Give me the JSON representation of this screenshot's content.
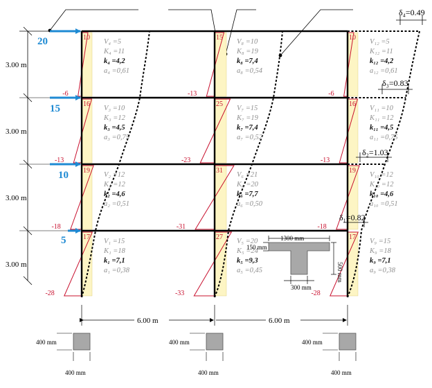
{
  "story_height_label": "3.00 m",
  "bay_width_label": "6.00 m",
  "column_size_label": "400 mm",
  "loads": [
    {
      "story": 4,
      "value": "20"
    },
    {
      "story": 3,
      "value": "15"
    },
    {
      "story": 2,
      "value": "10"
    },
    {
      "story": 1,
      "value": "5"
    }
  ],
  "displacements": [
    {
      "story": 4,
      "label": "δ₄=0.49"
    },
    {
      "story": 3,
      "label": "δ₃=0.83"
    },
    {
      "story": 2,
      "label": "δ₂=1.03"
    },
    {
      "story": 1,
      "label": "δ₁=0.82"
    }
  ],
  "moments": {
    "left": [
      {
        "top": "10",
        "bot": "-6"
      },
      {
        "top": "16",
        "bot": "-13"
      },
      {
        "top": "19",
        "bot": "-18"
      },
      {
        "top": "17",
        "bot": "-28"
      }
    ],
    "middle": [
      {
        "top": "15",
        "bot": "-13"
      },
      {
        "top": "25",
        "bot": "-23"
      },
      {
        "top": "31",
        "bot": "-31"
      },
      {
        "top": "27",
        "bot": "-33"
      }
    ],
    "right": [
      {
        "top": "10",
        "bot": "-6"
      },
      {
        "top": "16",
        "bot": "-13"
      },
      {
        "top": "19",
        "bot": "-18"
      },
      {
        "top": "17",
        "bot": "-28"
      }
    ]
  },
  "columns": {
    "left": [
      {
        "V": "V₄ =5",
        "K": "K₄ =11",
        "k": "k₄ =4,2",
        "a": "a₄ =0,61"
      },
      {
        "V": "V₃ =10",
        "K": "K₃ =12",
        "k": "k₃ =4,5",
        "a": "a₃ =0,75"
      },
      {
        "V": "V₂ =12",
        "K": "K₂ =12",
        "k": "k₂ =4,6",
        "a": "a₂ =0,51"
      },
      {
        "V": "V₁ =15",
        "K": "K₁ =18",
        "k": "k₁ =7,1",
        "a": "a₁ =0,38"
      }
    ],
    "middle": [
      {
        "V": "V₈ =10",
        "K": "K₈ =19",
        "k": "k₈ =7,4",
        "a": "a₈ =0,54"
      },
      {
        "V": "V₇ =15",
        "K": "K₇ =19",
        "k": "k₇ =7,4",
        "a": "a₇ =0,52"
      },
      {
        "V": "V₆ =21",
        "K": "K₆ =20",
        "k": "k₆ =7,7",
        "a": "a₆ =0,50"
      },
      {
        "V": "V₅ =20",
        "K": "K₅ =24",
        "k": "k₅ =9,3",
        "a": "a₅ =0,45"
      }
    ],
    "right": [
      {
        "V": "V₁₂ =5",
        "K": "K₁₂ =11",
        "k": "k₁₂ =4,2",
        "a": "a₁₂ =0,61"
      },
      {
        "V": "V₁₁ =10",
        "K": "K₁₁ =12",
        "k": "k₁₁ =4,5",
        "a": "a₁₁ =0,75"
      },
      {
        "V": "V₁₀ =12",
        "K": "K₁₀ =12",
        "k": "k₁₀ =4,6",
        "a": "a₁₀ =0,51"
      },
      {
        "V": "V₉ =15",
        "K": "K₉ =18",
        "k": "k₉ =7,1",
        "a": "a₉ =0,38"
      }
    ]
  },
  "tbeam": {
    "flange_width": "1300 mm",
    "flange_depth": "150 mm",
    "total_depth": "500 mm",
    "web_width": "300 mm"
  },
  "colors": {
    "frame": "#000000",
    "load_arrow": "#1e8ad3",
    "moment": "#c8102e",
    "shear_fill": "#fdf5c4",
    "param_gray": "#8f8f8f",
    "param_dark": "#111111"
  }
}
